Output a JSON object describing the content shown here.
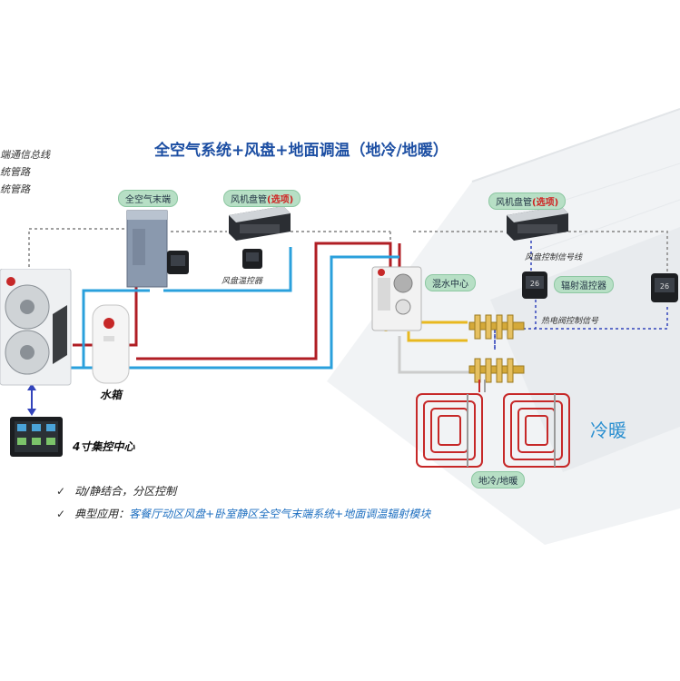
{
  "title": "全空气系统+风盘+地面调温（地冷/地暖）",
  "legend": [
    "端通信总线",
    "统管路",
    "统管路"
  ],
  "pills": {
    "ahu": "全空气末端",
    "fcu_left": "风机盘管",
    "fcu_left_opt": "(选项)",
    "fcu_right": "风机盘管",
    "fcu_right_opt": "(选项)",
    "mixing": "混水中心",
    "radiant_thermostat": "辐射温控器",
    "floor": "地冷/地暖"
  },
  "labels": {
    "fcu_thermostat": "风盘温控器",
    "fcu_control_signal": "风盘控制信号线",
    "valve_signal": "热电阀控制信号",
    "water_tank": "水箱",
    "control_center": "4寸集控中心",
    "brand": "冷暖"
  },
  "bullets": [
    {
      "tick": "✓",
      "text": "动/静结合，分区控制",
      "highlight": ""
    },
    {
      "tick": "✓",
      "text": "典型应用：",
      "highlight": "客餐厅动区风盘+卧室静区全空气末端系统+地面调温辐射模块"
    }
  ],
  "colors": {
    "hot_pipe": "#b01e24",
    "cold_pipe": "#2aa0dc",
    "bus_line": "#a0a0a0",
    "signal_line": "#3344bb",
    "title": "#1d4fa3",
    "pill_bg": "#b7dfc5",
    "highlight": "#1e6fc0"
  },
  "icons": [
    "outdoor-unit-icon",
    "air-handler-icon",
    "fan-coil-icon",
    "thermostat-icon",
    "water-tank-icon",
    "mixing-center-icon",
    "manifold-icon",
    "floor-coil-icon",
    "touch-panel-icon"
  ]
}
